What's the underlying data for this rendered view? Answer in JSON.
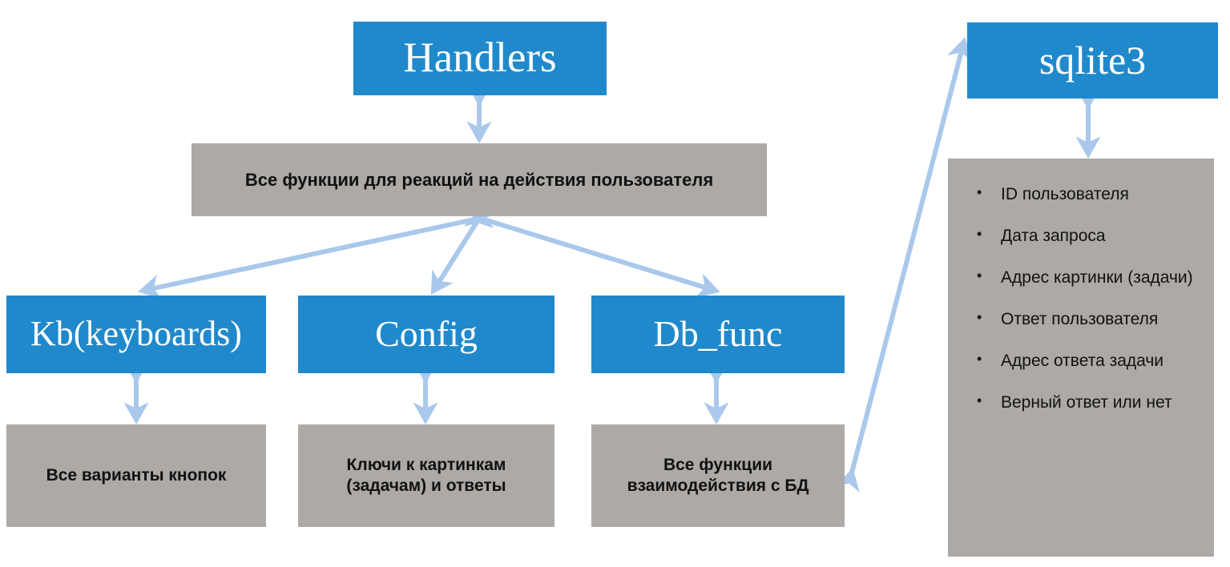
{
  "diagram": {
    "title_nodes": {
      "handlers": "Handlers",
      "kb": "Kb(keyboards)",
      "config": "Config",
      "db_func": "Db_func",
      "sqlite": "sqlite3"
    },
    "descriptions": {
      "handlers_desc": "Все функции для реакций на действия  пользователя",
      "kb_desc": "Все варианты кнопок",
      "config_desc_line1": "Ключи к картинкам",
      "config_desc_line2": "(задачам) и ответы",
      "db_func_desc_line1": "Все функции",
      "db_func_desc_line2": "взаимодействия с БД"
    },
    "db_fields": [
      "ID пользователя",
      "Дата запроса",
      "Адрес картинки (задачи)",
      "Ответ пользователя",
      "Адрес ответа задачи",
      "Верный ответ или нет"
    ],
    "colors": {
      "node_blue": "#2089cc",
      "node_gray": "#aca9a6",
      "arrow_blue": "#a9c8ec",
      "text_light": "#ffffff",
      "text_dark": "#111111",
      "background": "#ffffff"
    },
    "connectors": [
      {
        "name": "handlers-to-handlers-desc",
        "from": "handlers",
        "to": "handlers_desc",
        "style": "double-headed"
      },
      {
        "name": "handlers-desc-to-kb",
        "from": "handlers_desc",
        "to": "kb",
        "style": "double-headed"
      },
      {
        "name": "handlers-desc-to-config",
        "from": "handlers_desc",
        "to": "config",
        "style": "double-headed"
      },
      {
        "name": "handlers-desc-to-db-func",
        "from": "handlers_desc",
        "to": "db_func",
        "style": "double-headed"
      },
      {
        "name": "kb-to-kb-desc",
        "from": "kb",
        "to": "kb_desc",
        "style": "double-headed"
      },
      {
        "name": "config-to-config-desc",
        "from": "config",
        "to": "config_desc",
        "style": "double-headed"
      },
      {
        "name": "db-func-to-db-func-desc",
        "from": "db_func",
        "to": "db_func_desc",
        "style": "double-headed"
      },
      {
        "name": "db-func-desc-to-sqlite",
        "from": "db_func_desc",
        "to": "sqlite",
        "style": "double-headed"
      },
      {
        "name": "sqlite-to-db-fields",
        "from": "sqlite",
        "to": "db_fields",
        "style": "double-headed"
      }
    ]
  }
}
